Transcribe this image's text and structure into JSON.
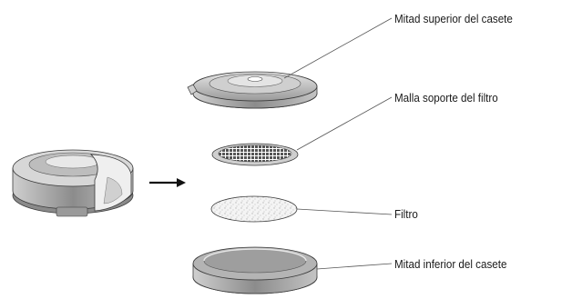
{
  "parts": {
    "top_half": {
      "label": "Mitad superior del casete",
      "icon": "cassette-top-half-icon"
    },
    "mesh": {
      "label": "Malla soporte del filtro",
      "icon": "filter-support-mesh-icon"
    },
    "filter": {
      "label": "Filtro",
      "icon": "filter-disc-icon"
    },
    "bottom_half": {
      "label": "Mitad inferior del casete",
      "icon": "cassette-bottom-half-icon"
    }
  },
  "assembled": {
    "icon": "assembled-cassette-icon"
  },
  "arrow": {
    "icon": "right-arrow-icon"
  },
  "colors": {
    "line": "#3a3a3a",
    "light": "#dcdcdc",
    "mid": "#a8a8a8",
    "dark": "#6e6e6e"
  }
}
